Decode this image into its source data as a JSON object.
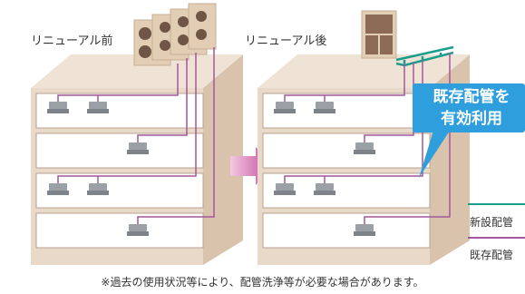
{
  "labels": {
    "before": "リニューアル前",
    "after": "リニューアル後"
  },
  "callout": {
    "line1": "既存配管を",
    "line2": "有効利用"
  },
  "legend": {
    "new_pipe": "新設配管",
    "existing_pipe": "既存配管"
  },
  "footnote": "※過去の使用状況等により、配管洗浄等が必要な場合があります。",
  "colors": {
    "building_fill": "#e8d9c8",
    "building_dark": "#d9c3ac",
    "floor_fill": "#ffffff",
    "existing_pipe": "#a4579b",
    "new_pipe": "#1a9e8c",
    "callout_bg": "#2e9fdc",
    "arrow": "#c0439a",
    "outdoor_unit": "#8c6a55"
  }
}
